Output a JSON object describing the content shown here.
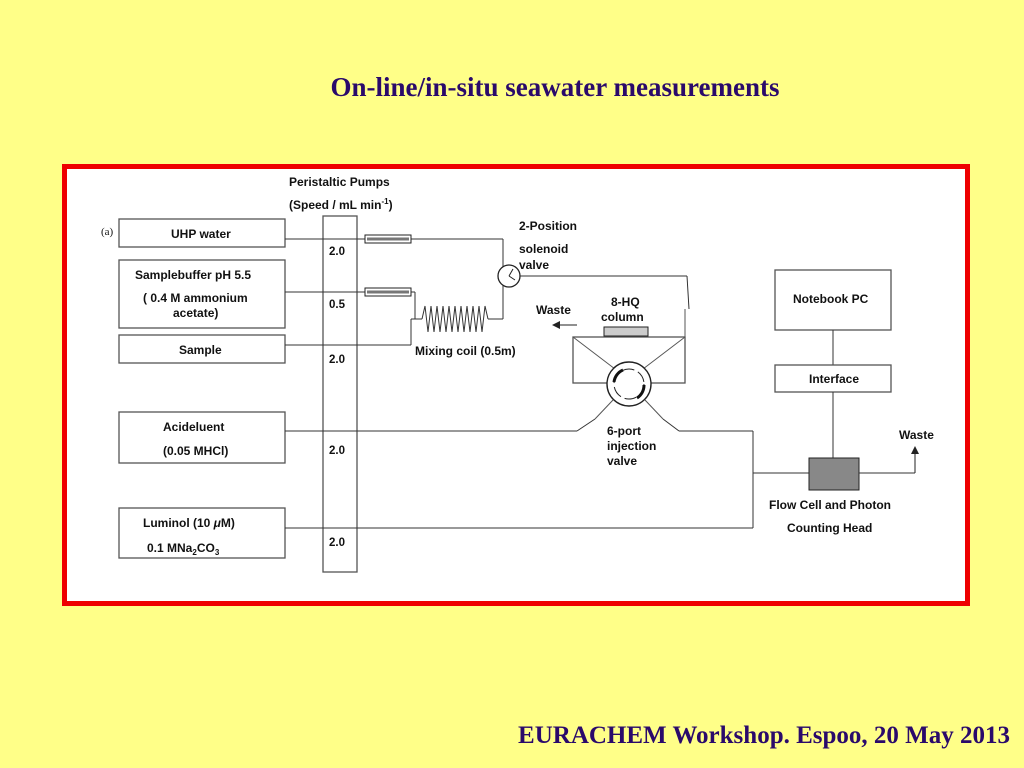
{
  "slide": {
    "title": "On-line/in-situ seawater measurements",
    "footer": "EURACHEM Workshop. Espoo, 20 May 2013"
  },
  "diagram": {
    "panel_label": "(a)",
    "pumps": {
      "title": "Peristaltic Pumps",
      "speed_prefix": "(Speed / mL min",
      "speed_exp": "-1",
      "speed_suffix": ")",
      "speeds": [
        "2.0",
        "0.5",
        "2.0",
        "2.0",
        "2.0"
      ]
    },
    "reagents": {
      "uhp_water": "UHP water",
      "buffer_line1": "Samplebuffer pH 5.5",
      "buffer_line2": "( 0.4 M ammonium",
      "buffer_line3": "acetate)",
      "sample": "Sample",
      "acid_line1": "Acideluent",
      "acid_line2": "(0.05 MHCl)",
      "luminol_line1a": "Luminol  (10 ",
      "luminol_mu": "μ",
      "luminol_line1b": "M)",
      "luminol_line2a": "0.1 MNa",
      "luminol_sub2": "2",
      "luminol_line2b": "CO",
      "luminol_sub3": "3"
    },
    "valve_2pos_line1": "2-Position",
    "valve_2pos_line2": "solenoid",
    "valve_2pos_line3": "valve",
    "mixing_coil": "Mixing coil (0.5m)",
    "waste_left": "Waste",
    "column_line1": "8-HQ",
    "column_line2": "column",
    "injection_line1": "6-port",
    "injection_line2": "injection",
    "injection_line3": "valve",
    "notebook": "Notebook PC",
    "interface": "Interface",
    "waste_right": "Waste",
    "flowcell_line1": "Flow Cell and Photon",
    "flowcell_line2": "Counting Head"
  }
}
